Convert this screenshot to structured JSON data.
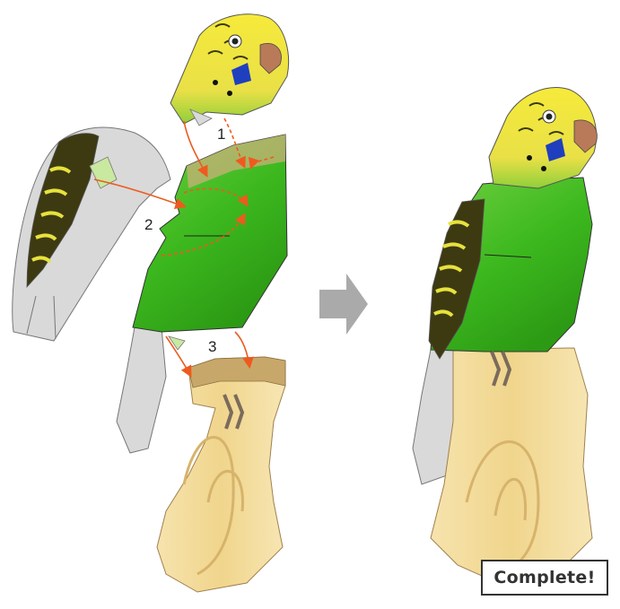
{
  "steps": [
    {
      "label": "1"
    },
    {
      "label": "2"
    },
    {
      "label": "3"
    }
  ],
  "status": {
    "label": "Complete!"
  },
  "colors": {
    "body_green": "#3cb81e",
    "head_yellow": "#f0e43a",
    "wing_gray": "#d9d9d9",
    "perch_wood": "#f3dd9e",
    "arrow_orange": "#ee5a1e",
    "next_arrow_gray": "#aaaaaa"
  }
}
